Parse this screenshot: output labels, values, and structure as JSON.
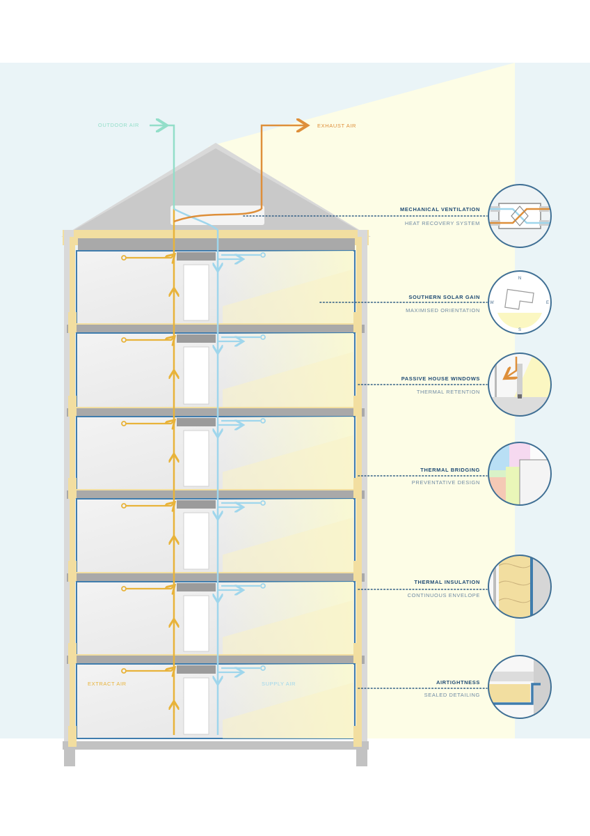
{
  "colors": {
    "sky": "#eaf4f7",
    "sun": "#fdfde6",
    "wall": "#d9d9d9",
    "insulation": "#f2dea0",
    "slab": "#a9a9a9",
    "outline": "#3f7cad",
    "extract": "#e8b33a",
    "supply": "#9fd6ec",
    "outdoor": "#93dec9",
    "exhaust": "#de8f3a",
    "label_title": "#1e4a74",
    "label_sub": "#6f8aa3"
  },
  "flows": {
    "outdoor_air": "OUTDOOR AIR",
    "exhaust_air": "EXHAUST AIR",
    "extract_air": "EXTRACT AIR",
    "supply_air": "SUPPLY AIR"
  },
  "features": [
    {
      "title": "MECHANICAL VENTILATION",
      "subtitle": "HEAT RECOVERY SYSTEM",
      "icon": "heat-recovery-unit-icon"
    },
    {
      "title": "SOUTHERN SOLAR GAIN",
      "subtitle": "MAXIMISED ORIENTATION",
      "icon": "compass-orientation-icon"
    },
    {
      "title": "PASSIVE HOUSE WINDOWS",
      "subtitle": "THERMAL RETENTION",
      "icon": "window-section-icon"
    },
    {
      "title": "THERMAL BRIDGING",
      "subtitle": "PREVENTATIVE DESIGN",
      "icon": "thermal-bridge-icon"
    },
    {
      "title": "THERMAL INSULATION",
      "subtitle": "CONTINUOUS ENVELOPE",
      "icon": "insulation-layer-icon"
    },
    {
      "title": "AIRTIGHTNESS",
      "subtitle": "SEALED DETAILING",
      "icon": "airtight-membrane-icon"
    }
  ],
  "compass": {
    "n": "N",
    "s": "S",
    "e": "E",
    "w": "W"
  }
}
